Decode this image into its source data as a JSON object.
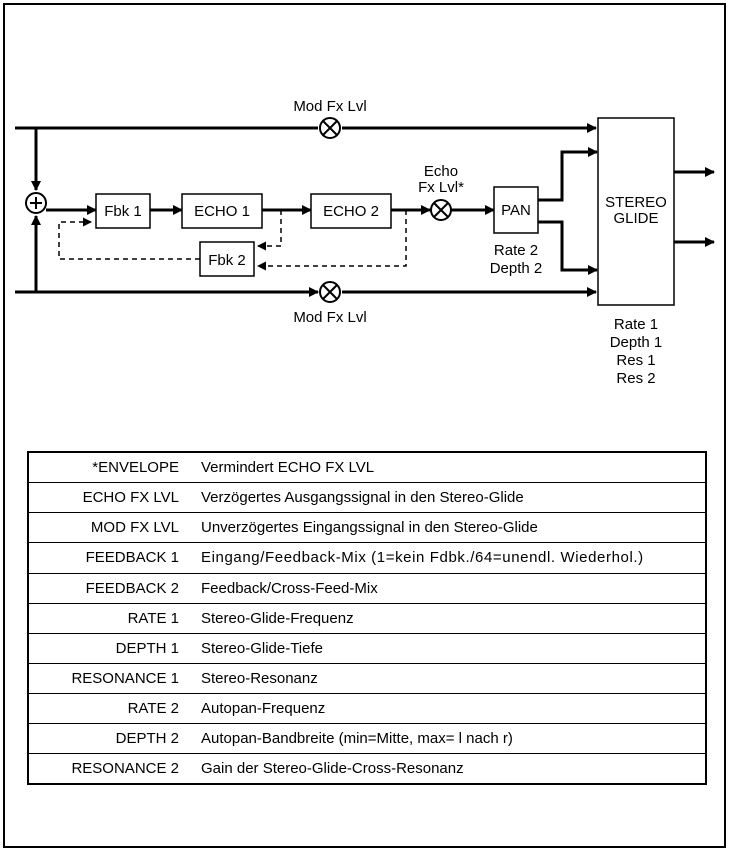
{
  "diagram": {
    "mod_fx_top": "Mod Fx Lvl",
    "mod_fx_bottom": "Mod Fx Lvl",
    "fbk1": "Fbk 1",
    "echo1": "ECHO 1",
    "echo2": "ECHO 2",
    "fbk2": "Fbk 2",
    "echo_fx_line1": "Echo",
    "echo_fx_line2": "Fx Lvl*",
    "pan": "PAN",
    "pan_params": [
      "Rate 2",
      "Depth 2"
    ],
    "stereo_glide_line1": "STEREO",
    "stereo_glide_line2": "GLIDE",
    "glide_params": [
      "Rate 1",
      "Depth 1",
      "Res 1",
      "Res 2"
    ]
  },
  "legend": [
    {
      "param": "*ENVELOPE",
      "desc": "Vermindert ECHO FX LVL"
    },
    {
      "param": "ECHO FX LVL",
      "desc": "Verzögertes Ausgangssignal in den Stereo-Glide"
    },
    {
      "param": "MOD FX LVL",
      "desc": "Unverzögertes Eingangssignal in den Stereo-Glide"
    },
    {
      "param": "FEEDBACK 1",
      "desc": "Eingang/Feedback-Mix (1=kein Fdbk./64=unendl. Wiederhol.)"
    },
    {
      "param": "FEEDBACK 2",
      "desc": "Feedback/Cross-Feed-Mix"
    },
    {
      "param": "RATE 1",
      "desc": "Stereo-Glide-Frequenz"
    },
    {
      "param": "DEPTH 1",
      "desc": "Stereo-Glide-Tiefe"
    },
    {
      "param": "RESONANCE 1",
      "desc": "Stereo-Resonanz"
    },
    {
      "param": "RATE 2",
      "desc": "Autopan-Frequenz"
    },
    {
      "param": "DEPTH 2",
      "desc": "Autopan-Bandbreite (min=Mitte, max= l nach r)"
    },
    {
      "param": "RESONANCE 2",
      "desc": "Gain der Stereo-Glide-Cross-Resonanz"
    }
  ]
}
